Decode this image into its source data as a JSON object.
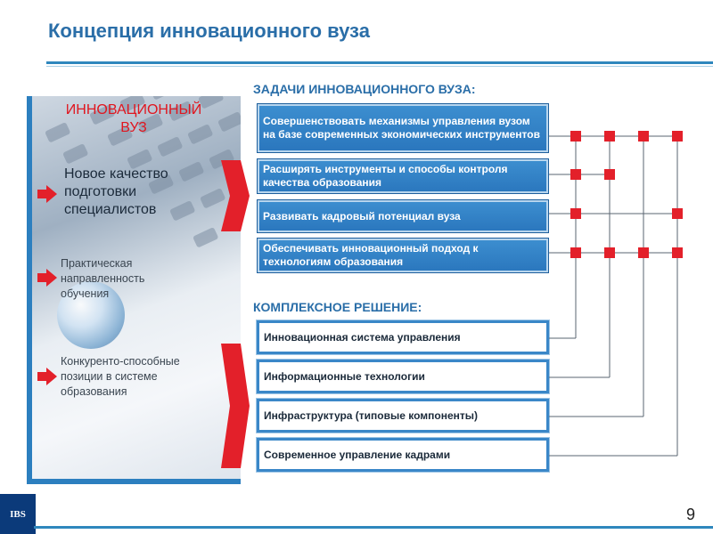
{
  "slide": {
    "title": "Концепция инновационного вуза",
    "page_number": "9",
    "logo_text": "IBS"
  },
  "panel": {
    "heading": "ИННОВАЦИОННЫЙ\nВУЗ",
    "items": [
      "Новое качество подготовки специалистов",
      "Практическая направленность обучения",
      "Конкуренто-способные позиции в системе образования"
    ]
  },
  "tasks": {
    "heading": "ЗАДАЧИ ИННОВАЦИОННОГО ВУЗА:",
    "items": [
      "Совершенствовать механизмы управления вузом на базе современных экономических инструментов",
      "Расширять инструменты и способы контроля качества образования",
      "Развивать кадровый потенциал вуза",
      "Обеспечивать инновационный подход к технологиям образования"
    ]
  },
  "solution": {
    "heading": "КОМПЛЕКСНОЕ РЕШЕНИЕ:",
    "items": [
      "Инновационная система управления",
      "Информационные технологии",
      "Инфраструктура (типовые компоненты)",
      "Современное управление кадрами"
    ]
  },
  "colors": {
    "accent_blue": "#2a6ea8",
    "task_fill": "#2a76bd",
    "marker_red": "#e3202a"
  }
}
